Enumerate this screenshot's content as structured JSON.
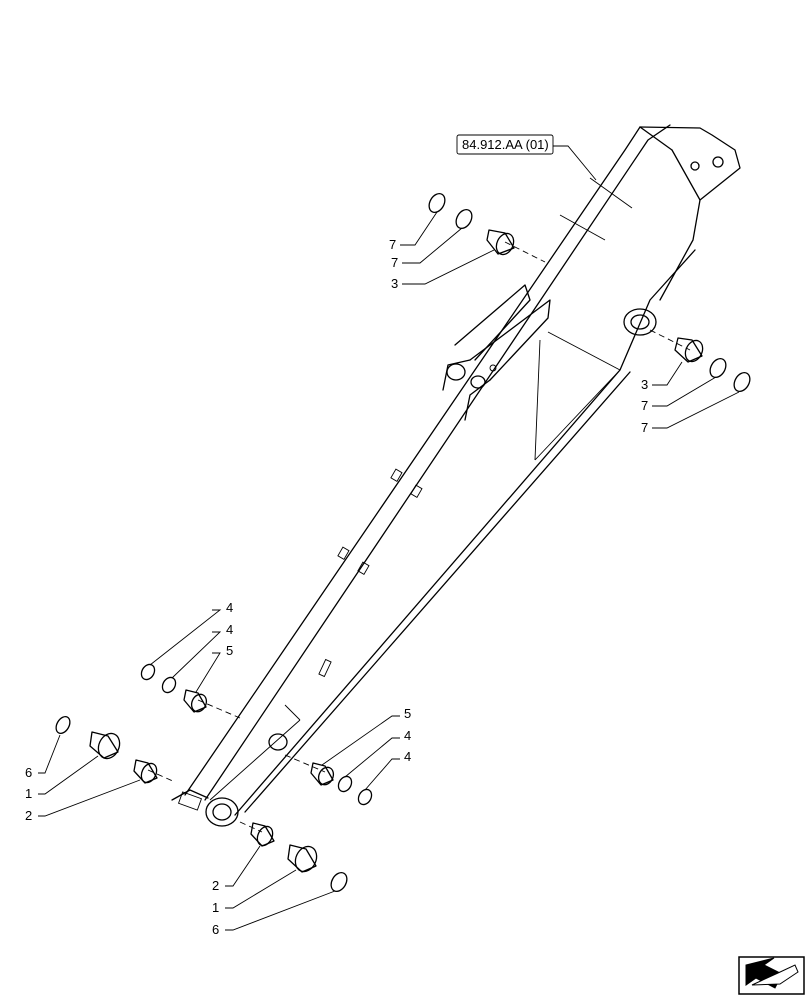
{
  "reference": {
    "label": "84.912.AA (01)"
  },
  "callouts": [
    {
      "id": "c7a",
      "number": "7"
    },
    {
      "id": "c7b",
      "number": "7"
    },
    {
      "id": "c3a",
      "number": "3"
    },
    {
      "id": "c3b",
      "number": "3"
    },
    {
      "id": "c7c",
      "number": "7"
    },
    {
      "id": "c7d",
      "number": "7"
    },
    {
      "id": "c4a",
      "number": "4"
    },
    {
      "id": "c4b",
      "number": "4"
    },
    {
      "id": "c5a",
      "number": "5"
    },
    {
      "id": "c6a",
      "number": "6"
    },
    {
      "id": "c1a",
      "number": "1"
    },
    {
      "id": "c2a",
      "number": "2"
    },
    {
      "id": "c5b",
      "number": "5"
    },
    {
      "id": "c4c",
      "number": "4"
    },
    {
      "id": "c4d",
      "number": "4"
    },
    {
      "id": "c2b",
      "number": "2"
    },
    {
      "id": "c1b",
      "number": "1"
    },
    {
      "id": "c6b",
      "number": "6"
    }
  ],
  "nav_icon": "next-page-arrow-icon"
}
